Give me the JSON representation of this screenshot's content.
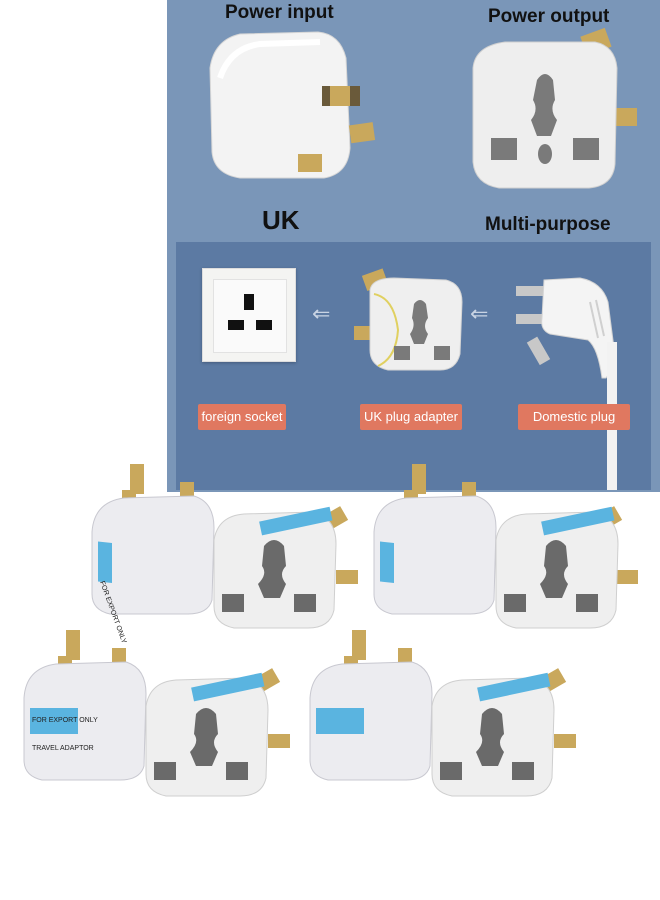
{
  "headings": {
    "power_input": "Power input",
    "power_output": "Power output",
    "uk": "UK",
    "multi_purpose": "Multi-purpose"
  },
  "labels": {
    "foreign_socket": "foreign socket",
    "uk_plug_adapter": "UK plug adapter",
    "domestic_plug": "Domestic plug"
  },
  "adapter_sticker": {
    "line1": "FOR EXPORT ONLY",
    "line2": "TRAVEL ADAPTOR"
  },
  "colors": {
    "panel_bg": "#7a96b8",
    "inner_bg": "#5c7aa3",
    "label_bg": "#e07860",
    "sticker": "#5ab4e0",
    "prong_brass": "#c9a85c"
  }
}
